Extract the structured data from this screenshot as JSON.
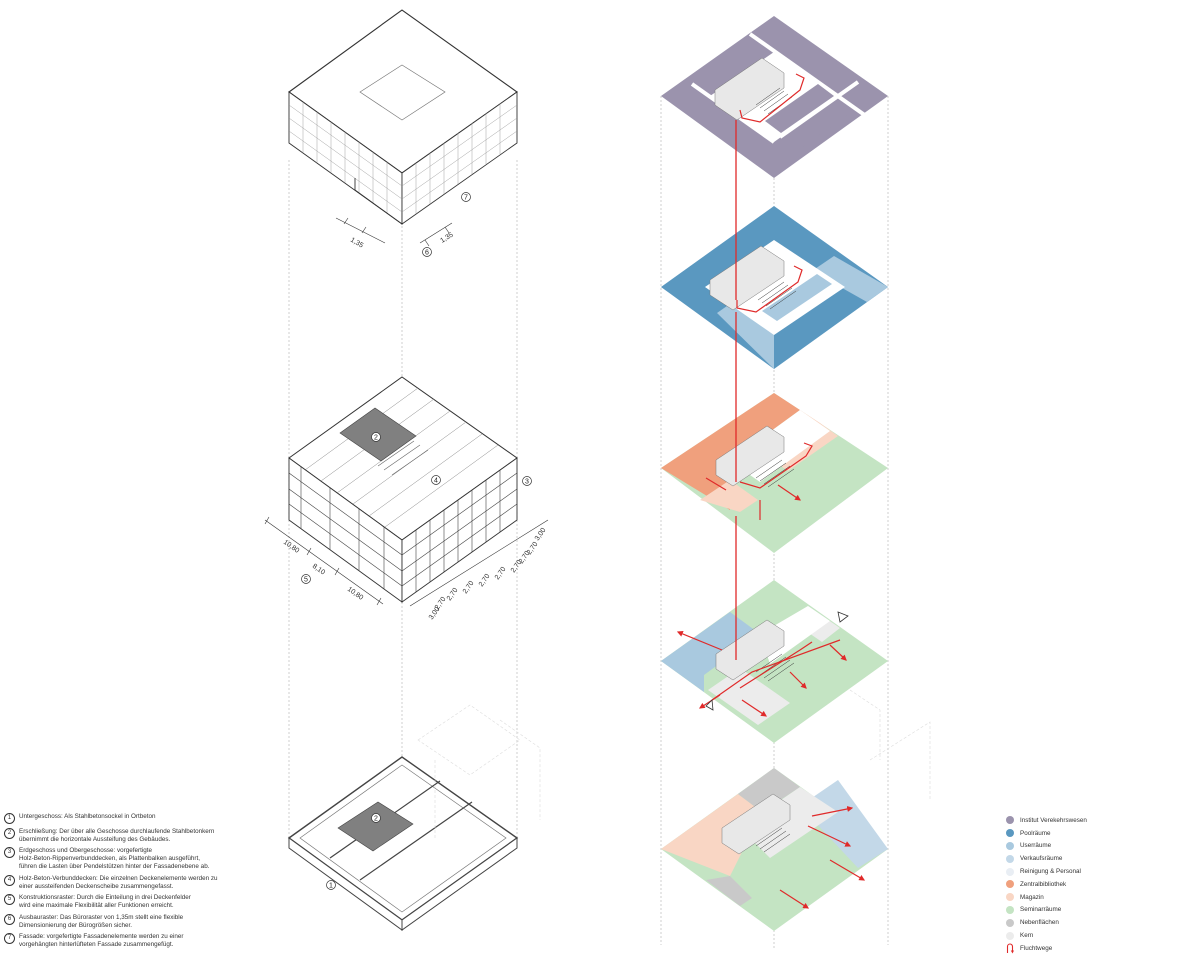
{
  "colors": {
    "institut": "#9b93ad",
    "pool": "#5a98c0",
    "user": "#a9c9df",
    "verkauf": "#c3d8e8",
    "reinigung": "#e9eef4",
    "zentral": "#f0a07d",
    "magazin": "#f9d6c4",
    "seminar": "#c4e4c3",
    "neben": "#c9c9c9",
    "kern": "#ececec",
    "flucht": "#e02a2a"
  },
  "dimensions": {
    "facade_a": "1,35",
    "facade_b": "1,35",
    "span_1": "10,80",
    "span_2": "8,10",
    "span_3": "10,80",
    "heights": [
      "3,00",
      "2,70",
      "2,70",
      "2,70",
      "2,70",
      "2,70",
      "2,70",
      "2,70",
      "2,70",
      "3,00"
    ]
  },
  "markers": {
    "m1": "1",
    "m2": "2",
    "m2b": "2",
    "m3": "3",
    "m4": "4",
    "m5": "5",
    "m6": "6",
    "m7": "7"
  },
  "notes": [
    {
      "num": "1",
      "text": "Untergeschoss: Als Stahlbetonsockel in Ortbeton"
    },
    {
      "num": "2",
      "text": "Erschließung: Der über alle Geschosse durchlaufende Stahlbetonkern\nübernimmt die horizontale Aussteifung des Gebäudes."
    },
    {
      "num": "3",
      "text": "Erdgeschoss und Obergeschosse: vorgefertigte\nHolz-Beton-Rippenverbunddecken, als Plattenbalken ausgeführt,\nführen die Lasten über Pendelstützen hinter der Fassadenebene ab."
    },
    {
      "num": "4",
      "text": "Holz-Beton-Verbunddecken: Die einzelnen Deckenelemente werden zu\neiner aussteifenden Deckenscheibe zusammengefasst."
    },
    {
      "num": "5",
      "text": "Konstruktionsraster: Durch die Einteilung in drei Deckenfelder\nwird eine maximale Flexibilität aller Funktionen erreicht."
    },
    {
      "num": "6",
      "text": "Ausbauraster: Das Büroraster von 1,35m stellt eine flexible\nDimensionierung der Bürogrößen sicher."
    },
    {
      "num": "7",
      "text": "Fassade: vorgefertigte Fassadenelemente werden zu einer\nvorgehängten hinterlüfteten Fassade zusammengefügt."
    }
  ],
  "legend": [
    {
      "label": "Institut Verekehrswesen",
      "color": "#9b93ad"
    },
    {
      "label": "Poolräume",
      "color": "#5a98c0"
    },
    {
      "label": "Userräume",
      "color": "#a9c9df"
    },
    {
      "label": "Verkaufsräume",
      "color": "#c3d8e8"
    },
    {
      "label": "Reinigung & Personal",
      "color": "#e9eef4"
    },
    {
      "label": "Zentralbibliothek",
      "color": "#f0a07d"
    },
    {
      "label": "Magazin",
      "color": "#f9d6c4"
    },
    {
      "label": "Seminarräume",
      "color": "#c4e4c3"
    },
    {
      "label": "Nebenflächen",
      "color": "#c9c9c9"
    },
    {
      "label": "Kern",
      "color": "#ececec"
    }
  ],
  "legend_flucht": {
    "label": "Fluchtwege",
    "color": "#e02a2a",
    "icon": "escape-route-arrow-icon"
  }
}
